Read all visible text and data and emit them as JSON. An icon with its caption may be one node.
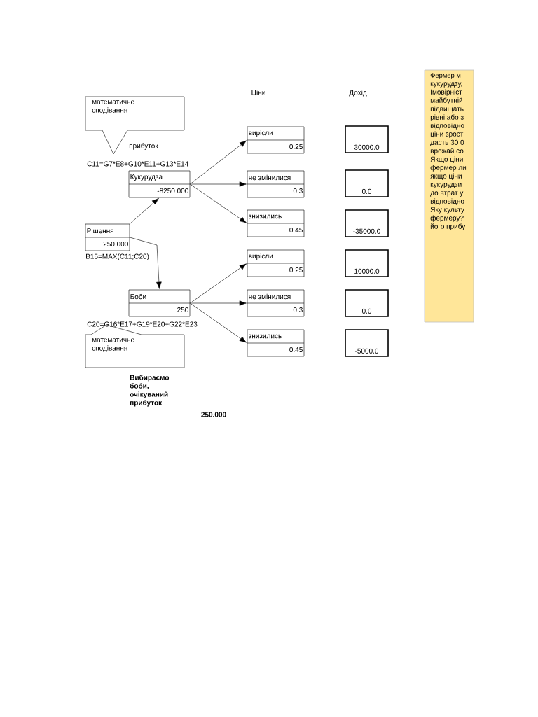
{
  "diagram": {
    "nodes": [
      {
        "text": [
          "математичне сподівання"
        ]
      },
      {
        "text": [
          "Рішення",
          "250.000"
        ]
      },
      {
        "text": [
          "Кукурудза",
          "-8250.000"
        ]
      },
      {
        "text": [
          "Боби",
          "250"
        ]
      },
      {
        "text": [
          "вирісли",
          "0.25"
        ]
      },
      {
        "text": [
          "не змінилися",
          "0.3"
        ]
      },
      {
        "text": [
          "знизились",
          "0.45"
        ]
      },
      {
        "text": [
          "вирісли",
          "0.25"
        ]
      },
      {
        "text": [
          "не змінилися",
          "0.3"
        ]
      },
      {
        "text": [
          "знизились",
          "0.45"
        ]
      },
      {
        "text": [
          "30000.0"
        ]
      },
      {
        "text": [
          "0.0"
        ]
      },
      {
        "text": [
          "-35000.0"
        ]
      },
      {
        "text": [
          "10000.0"
        ]
      },
      {
        "text": [
          "0.0"
        ]
      },
      {
        "text": [
          "-5000.0"
        ]
      },
      {
        "text": [
          "математичне сподівання"
        ]
      },
      {
        "text": [
          "Фермер м",
          "кукурудзу,",
          "Імовірніст",
          "майбутній",
          "підвищать",
          "рівні або з",
          "відповідно",
          "ціни зрост",
          "дасть 30 0",
          "врожай со",
          "Якщо ціни",
          "фермер ли",
          "якщо ціни",
          "кукурудзи",
          "до втрат у",
          "відповідно",
          "Яку культу",
          "фермеру?",
          "його прибу"
        ]
      }
    ],
    "edges": [
      {
        "from": 1,
        "to": 2,
        "arrow": "to"
      },
      {
        "from": 1,
        "to": 3,
        "arrow": "to"
      },
      {
        "from": 2,
        "to": 4,
        "arrow": "to"
      },
      {
        "from": 2,
        "to": 5,
        "arrow": "to"
      },
      {
        "from": 2,
        "to": 6,
        "arrow": "to"
      },
      {
        "from": 3,
        "to": 7,
        "arrow": "to"
      },
      {
        "from": 3,
        "to": 8,
        "arrow": "to"
      },
      {
        "from": 3,
        "to": 9,
        "arrow": "to"
      }
    ],
    "labels": [
      "Ціни",
      "Дохід",
      "прибуток",
      "C11=G7*E8+G10*E11+G13*E14",
      "B15=MAX(C11;C20)",
      "C20=G16*E17+G19*E20+G22*E23",
      "Вибираємо боби, очікуваний прибуток",
      "250.000"
    ]
  }
}
